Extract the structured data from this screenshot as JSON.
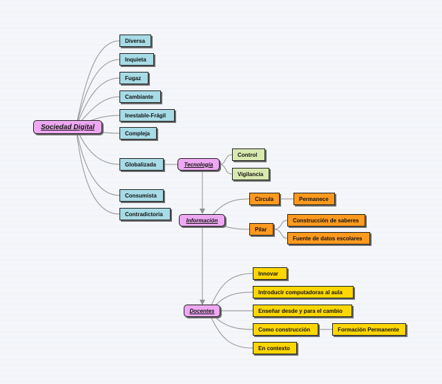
{
  "root": "Sociedad Digital",
  "characteristics": [
    "Diversa",
    "Inquieta",
    "Fugaz",
    "Cambiante",
    "Inestable-Frágil",
    "Compleja",
    "Globalizada",
    "Consumista",
    "Contradictoria"
  ],
  "tecnologia": {
    "label": "Tecnología",
    "children": [
      "Control",
      "Vigilancia"
    ]
  },
  "informacion": {
    "label": "Información",
    "circula": "Circula",
    "permanece": "Permanece",
    "pilar": "Pilar",
    "pilar_children": [
      "Construcción de saberes",
      "Fuente de datos escolares"
    ]
  },
  "docentes": {
    "label": "Docentes",
    "children": [
      "Innovar",
      "Introducir computadoras al aula",
      "Enseñar desde y para el cambio",
      "Como construcción",
      "En contexto"
    ],
    "formacion": "Formación Permanente"
  },
  "colors": {
    "root": "#eea8f2",
    "characteristic": "#a7dbe6",
    "tecnologia_children": "#d8e9b0",
    "informacion_children": "#ff9a1f",
    "docentes_children": "#ffd700",
    "connector": "#8f8f8f"
  }
}
